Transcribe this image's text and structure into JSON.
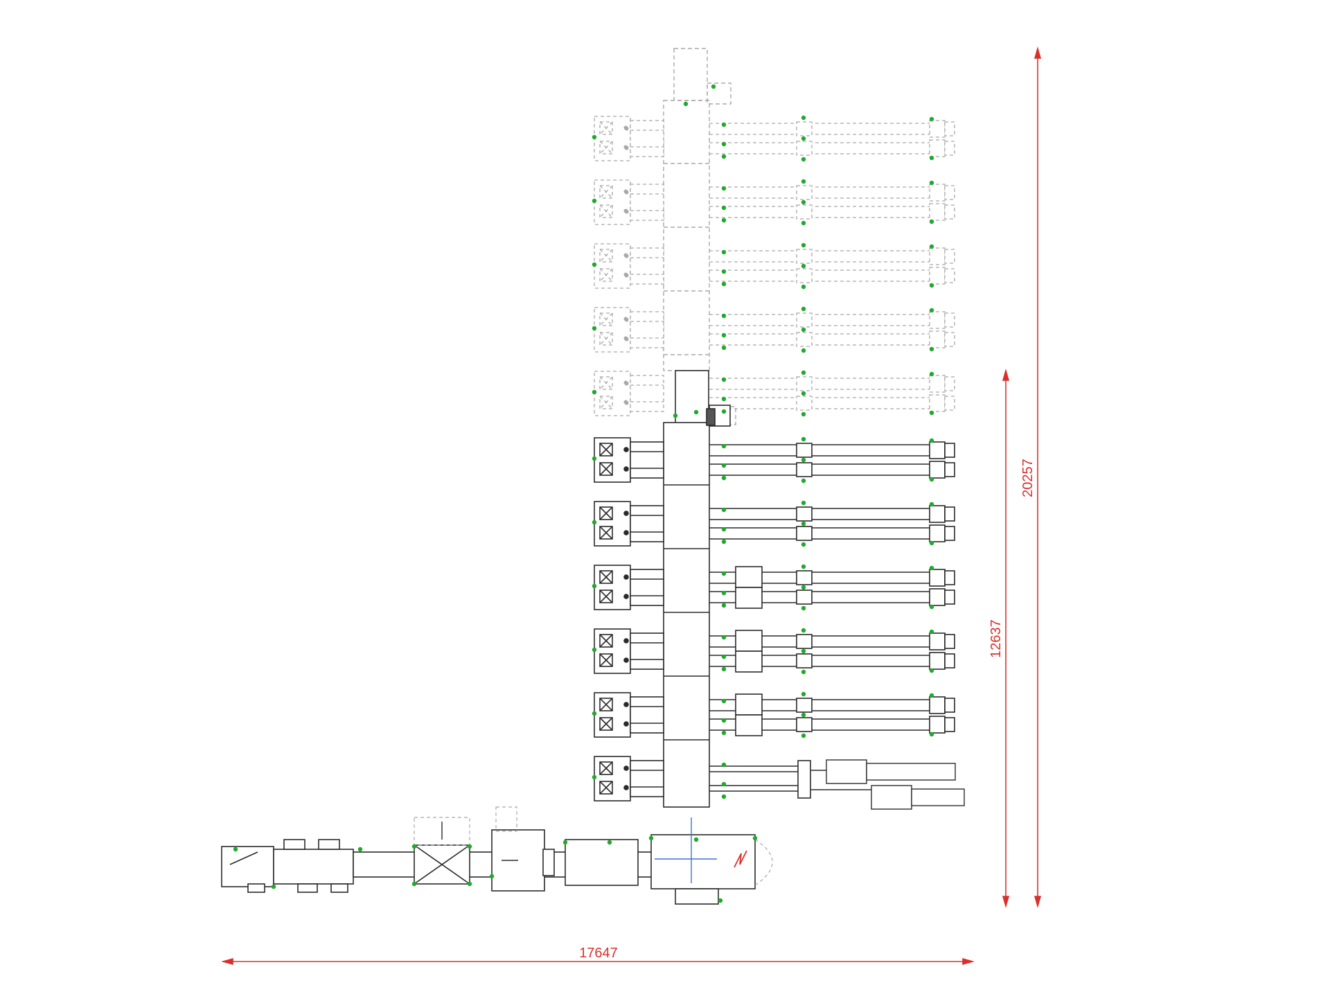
{
  "colors": {
    "solid": "#2a2a2a",
    "future": "#a8a8a8",
    "dimension": "#d9302c",
    "sensor": "#1faa2c",
    "axis": "#3a6fd8",
    "sensor_fill": "#1faa2c"
  },
  "dimensions": {
    "width_label": "17647",
    "total_height_label": "20257",
    "installed_height_label": "12637"
  },
  "layout_notes": {
    "installed_rows": 6,
    "future_rows": 5
  }
}
